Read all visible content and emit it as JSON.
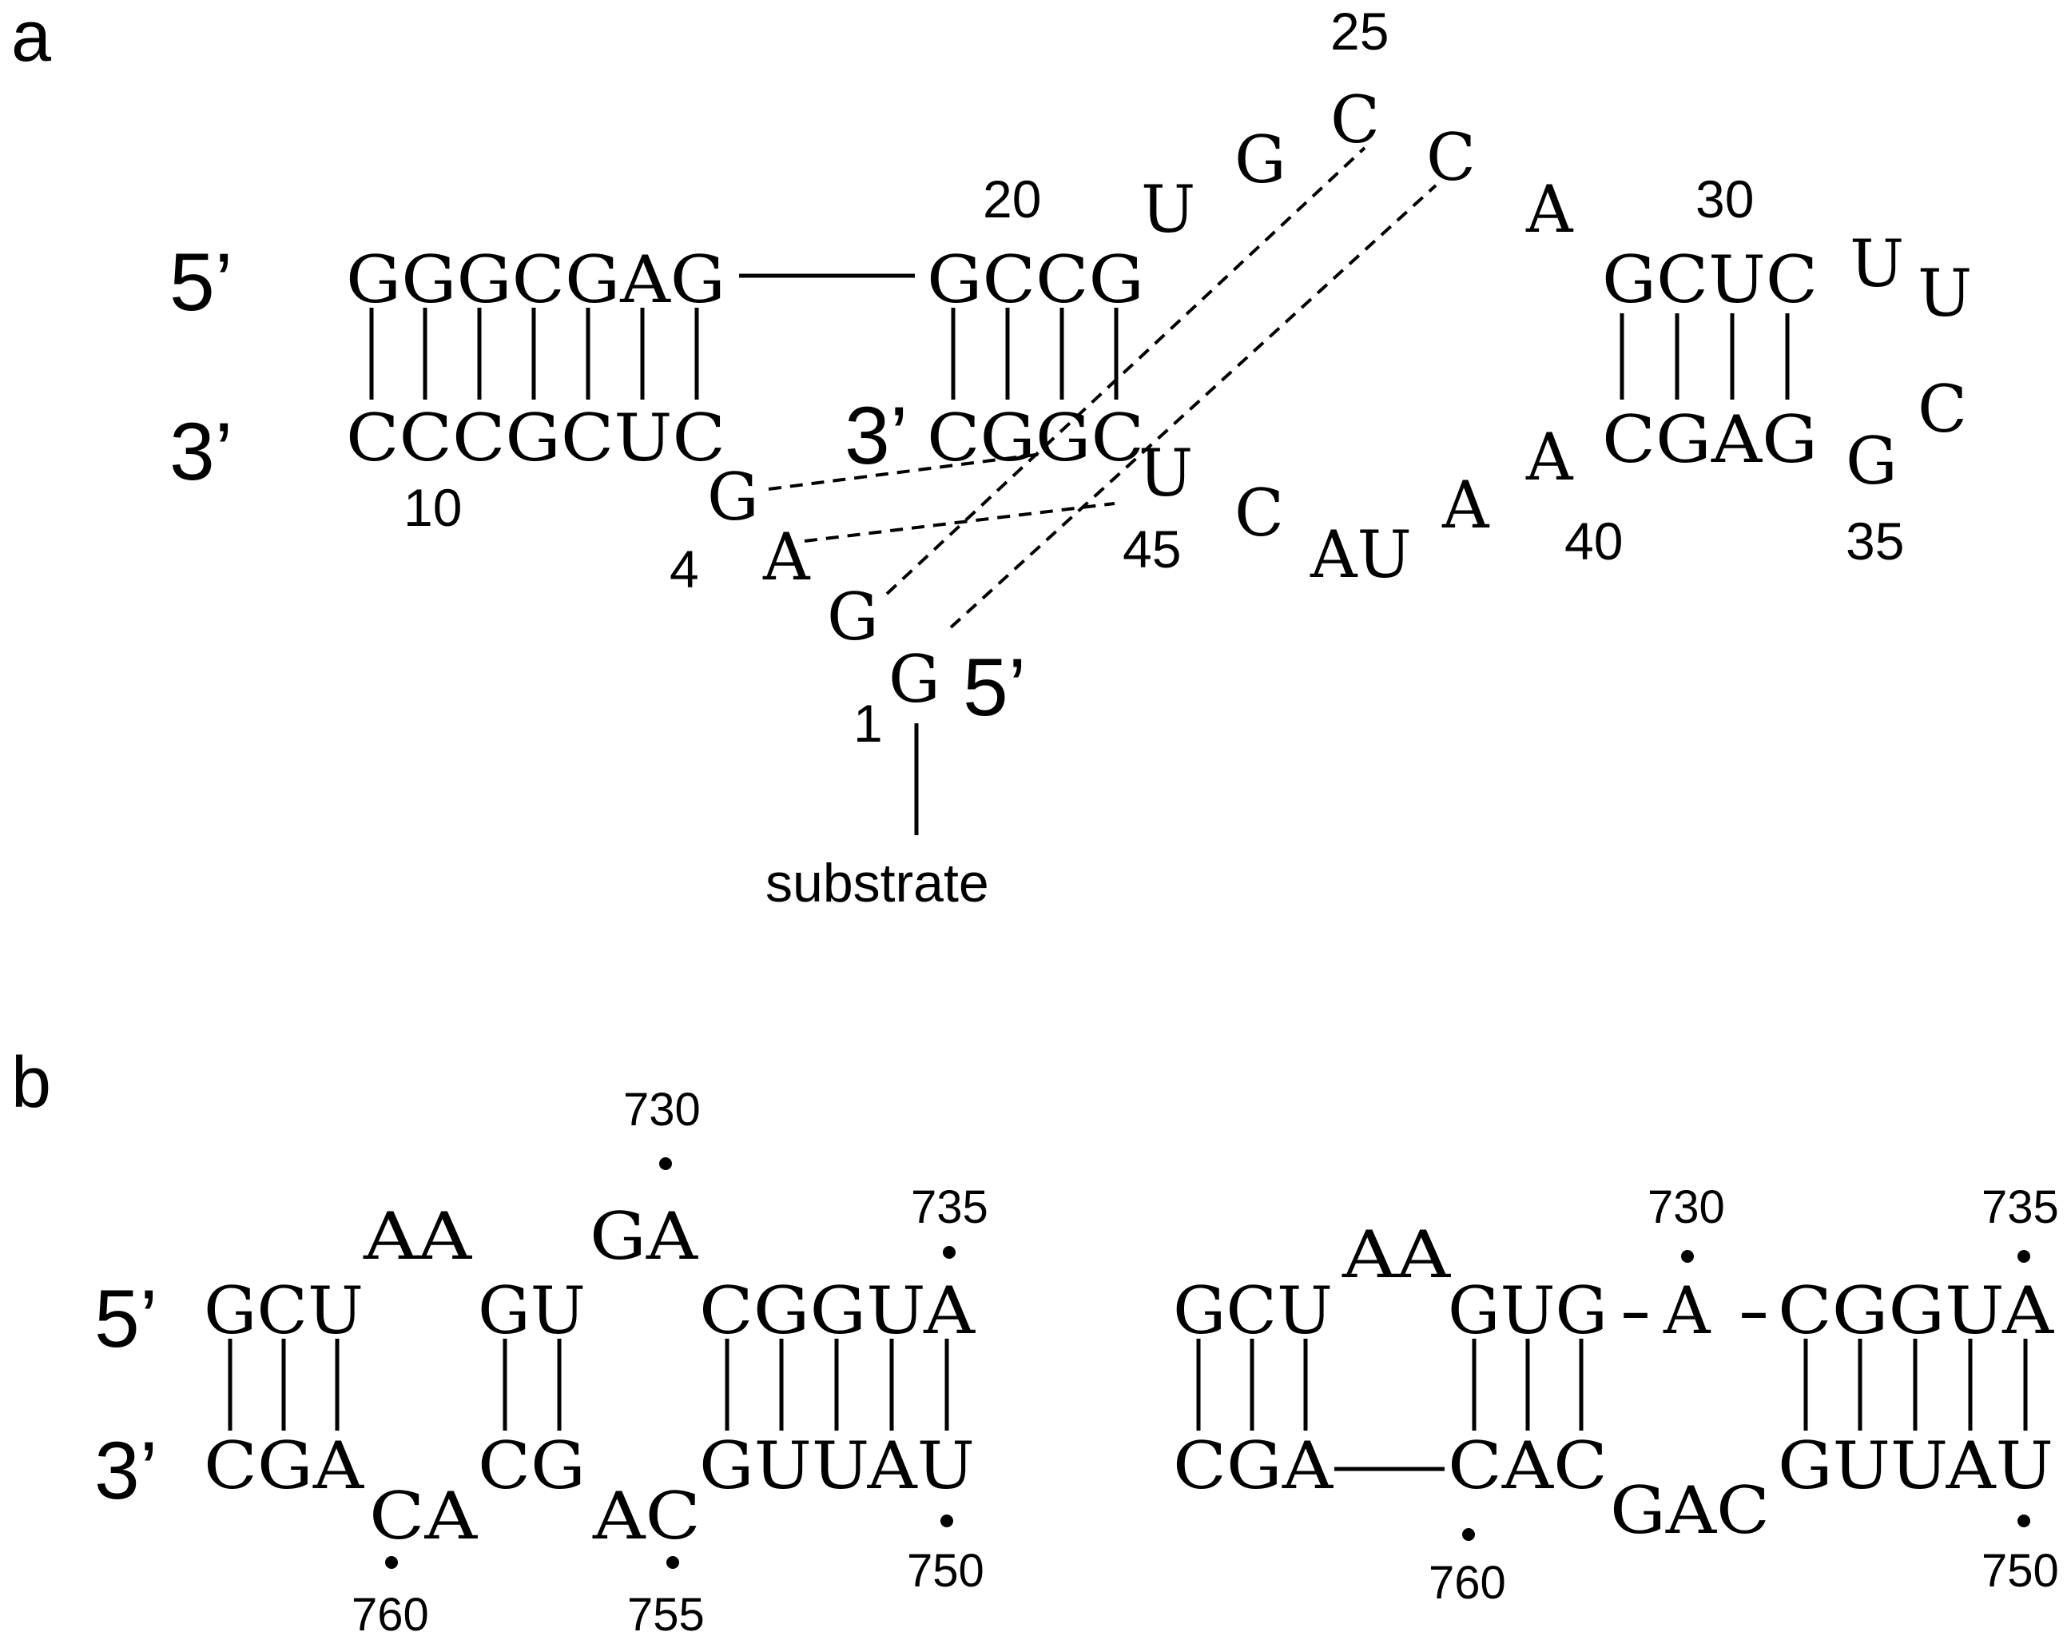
{
  "panel_a": {
    "label": "a",
    "five_prime": "5’",
    "three_prime": "3’",
    "top_strand": "GGGCGAG",
    "bottom_strand": "CCCGCUC",
    "top_strand_2": "GCCG",
    "three_prime_2": "3’",
    "bottom_strand_2": "CGGC",
    "loop_u": "U",
    "loop_g": "G",
    "loop_c25": "C",
    "loop_c": "C",
    "loop_a": "A",
    "hairpin_top": "GCUC",
    "hairpin_u1": "U",
    "hairpin_u2": "U",
    "hairpin_c": "C",
    "hairpin_bottom": "CGAG",
    "hairpin_g": "G",
    "junction_a1": "A",
    "junction_a2": "A",
    "junction_au": "AU",
    "junction_c": "C",
    "junction_u": "U",
    "sub_g_top": "G",
    "sub_a": "A",
    "sub_g_mid": "G",
    "sub_g1": "G",
    "sub_five_prime": "5’",
    "num_25": "25",
    "num_20": "20",
    "num_30": "30",
    "num_10": "10",
    "num_4": "4",
    "num_45": "45",
    "num_40": "40",
    "num_35": "35",
    "num_1": "1",
    "substrate": "substrate"
  },
  "panel_b": {
    "label": "b",
    "left": {
      "five_prime": "5’",
      "three_prime": "3’",
      "top_1": "GCU",
      "bulge_aa": "AA",
      "top_2": "GU",
      "bulge_ga": "GA",
      "top_3": "CGGUA",
      "bottom_1": "CGA",
      "bulge_ca": "CA",
      "bottom_2": "CG",
      "bulge_ac": "AC",
      "bottom_3": "GUUAU",
      "num_730": "730",
      "num_735": "735",
      "num_760": "760",
      "num_755": "755",
      "num_750": "750"
    },
    "right": {
      "top_1": "GCU",
      "bulge_aa": "AA",
      "top_2": "GUG",
      "dash_1": "-",
      "mid_a": "A",
      "dash_2": "-",
      "top_3": "CGGUA",
      "bottom_1": "CGA",
      "bottom_2": "CAC",
      "bulge_gac": "GAC",
      "bottom_3": "GUUAU",
      "num_730": "730",
      "num_735": "735",
      "num_760": "760",
      "num_750": "750"
    }
  }
}
